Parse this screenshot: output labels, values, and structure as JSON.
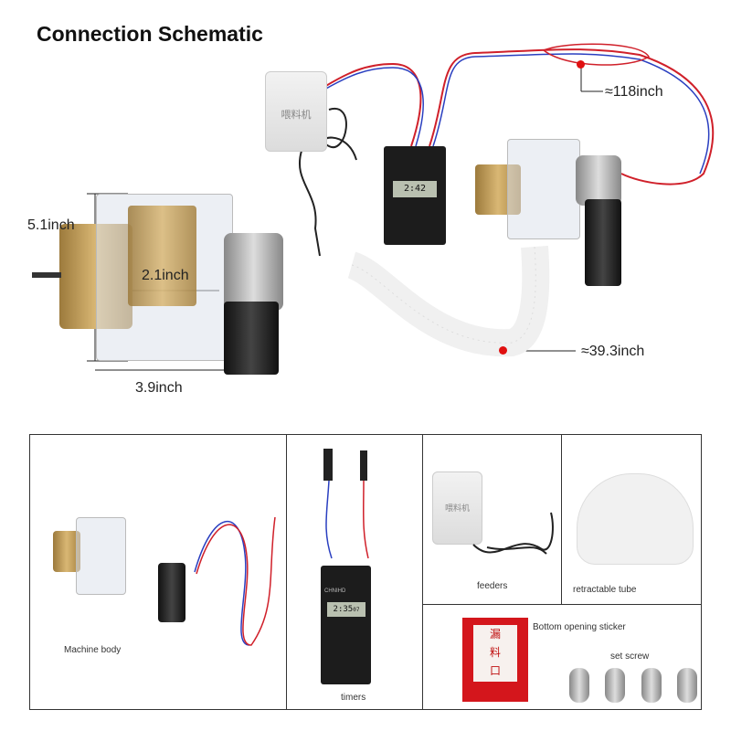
{
  "title": "Connection Schematic",
  "dimensions": {
    "height": "5.1inch",
    "inner_width": "2.1inch",
    "width": "3.9inch",
    "cable_length": "≈118inch",
    "tube_length": "≈39.3inch"
  },
  "feeder_label": "喂料机",
  "timer_display": {
    "main": "2:42",
    "secondary": "2:35",
    "seconds": "07"
  },
  "timer_brand": "CHNIHD",
  "sticker": {
    "chars": [
      "漏",
      "料",
      "口"
    ]
  },
  "components": {
    "machine_body": "Machine body",
    "timers": "timers",
    "feeders": "feeders",
    "retractable_tube": "retractable tube",
    "sticker": "Bottom opening sticker",
    "set_screw": "set screw"
  },
  "colors": {
    "red_wire": "#d0202a",
    "blue_wire": "#2a3fc0",
    "marker": "#e01010"
  }
}
